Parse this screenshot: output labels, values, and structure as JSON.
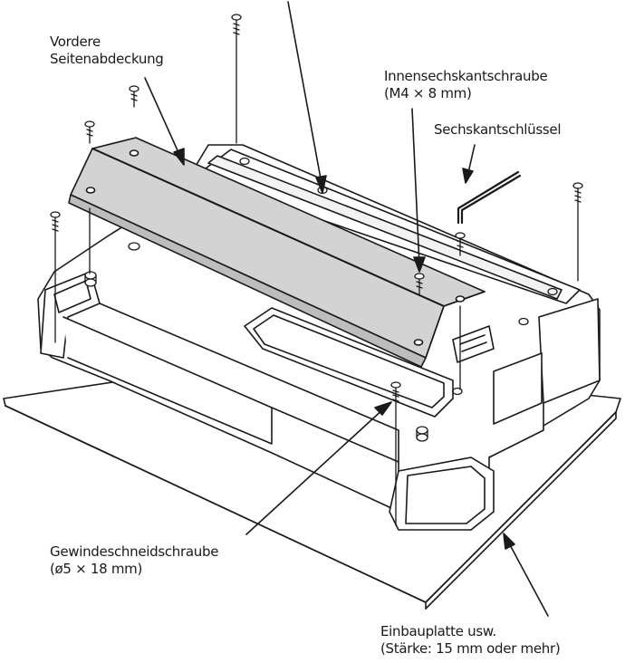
{
  "labels": {
    "front_cover_line1": "Vordere",
    "front_cover_line2": "Seitenabdeckung",
    "hex_screw_line1": "Innensechskantschraube",
    "hex_screw_line2": "(M4 × 8 mm)",
    "hex_key": "Sechskantschlüssel",
    "tapping_screw_line1": "Gewindeschneidschraube",
    "tapping_screw_line2": "(ø5 × 18 mm)",
    "board_line1": "Einbauplatte usw.",
    "board_line2": "(Stärke: 15 mm oder mehr)"
  },
  "colors": {
    "line": "#1a1a1a",
    "panel_fill": "#d3d3d3",
    "background": "#ffffff"
  }
}
